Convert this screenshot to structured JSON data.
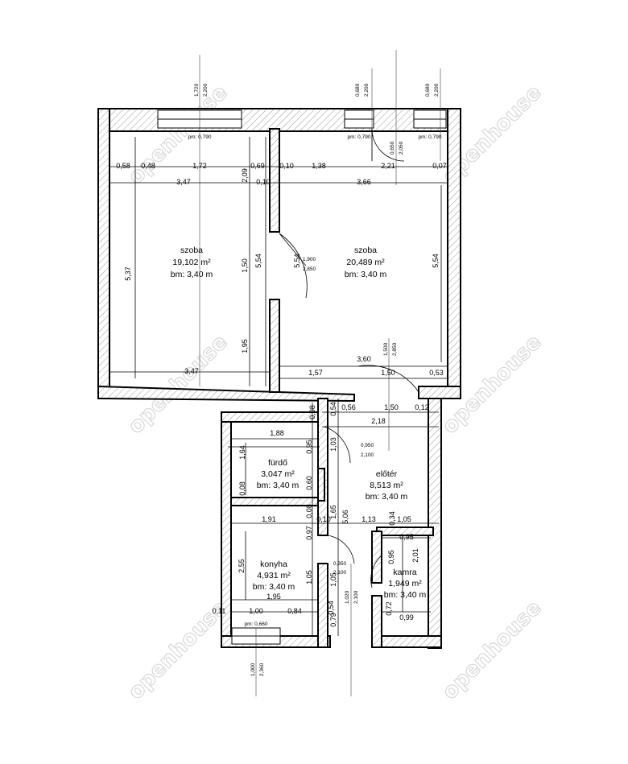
{
  "rooms": [
    {
      "name": "szoba",
      "area": "19,102 m²",
      "height": "bm: 3,40 m"
    },
    {
      "name": "szoba",
      "area": "20,489 m²",
      "height": "bm: 3,40 m"
    },
    {
      "name": "fürdő",
      "area": "3,047 m²",
      "height": "bm: 3,40 m"
    },
    {
      "name": "előtér",
      "area": "8,513 m²",
      "height": "bm: 3,40 m"
    },
    {
      "name": "konyha",
      "area": "4,931 m²",
      "height": "bm: 3,40 m"
    },
    {
      "name": "kamra",
      "area": "1,949 m²",
      "height": "bm: 3,40 m"
    }
  ],
  "windows": [
    {
      "sill": "pm: 0,790",
      "top_a": "1,720",
      "top_b": "2,200"
    },
    {
      "sill": "pm: 0,790",
      "top_a": "0,680",
      "top_b": "2,200"
    },
    {
      "sill": "pm: 0,790",
      "top_a": "0,680",
      "top_b": "2,200"
    },
    {
      "sill": "pm: 0,660",
      "top_a": "1,000",
      "top_b": "2,360"
    }
  ],
  "doors": [
    {
      "a": "0,650",
      "b": "2,050"
    },
    {
      "a": "1,900",
      "b": "2,850"
    },
    {
      "a": "1,500",
      "b": "2,850"
    },
    {
      "a": "0,950",
      "b": "2,100"
    },
    {
      "a": "0,950",
      "b": "2,100"
    },
    {
      "a": "1,020",
      "b": "2,100"
    }
  ],
  "dims": {
    "top_row1": [
      "0,58",
      "0,48",
      "1,72",
      "0,69",
      "0,10",
      "1,38",
      "2,21",
      "0,07"
    ],
    "top_row2": [
      "3,47",
      "0,10",
      "3,66"
    ],
    "left_height": "5,37",
    "mid_vertical": [
      "2,09",
      "1,50",
      "1,95",
      "5,54",
      "5,54"
    ],
    "right_height": "5,54",
    "bottom_szoba": [
      "3,47",
      "3,60",
      "1,57",
      "1,50",
      "0,53"
    ],
    "hall_top": [
      "0,08",
      "0,54",
      "0,56",
      "1,50",
      "0,12",
      "2,18"
    ],
    "bath": [
      "1,88",
      "0,95",
      "1,03",
      "1,64",
      "0,08",
      "0,60"
    ],
    "kitchen": [
      "1,91",
      "0,08",
      "0,97",
      "0,10",
      "1,13",
      "0,34",
      "1,05",
      "1,65",
      "5,06"
    ],
    "pantry": [
      "0,95",
      "0,95",
      "2,01",
      "0,72",
      "0,99"
    ],
    "kitchen_low": [
      "2,55",
      "1,05",
      "1,95",
      "1,05",
      "0,11",
      "1,00",
      "0,84",
      "0,54",
      "0,79"
    ]
  },
  "watermark": "openhouse"
}
